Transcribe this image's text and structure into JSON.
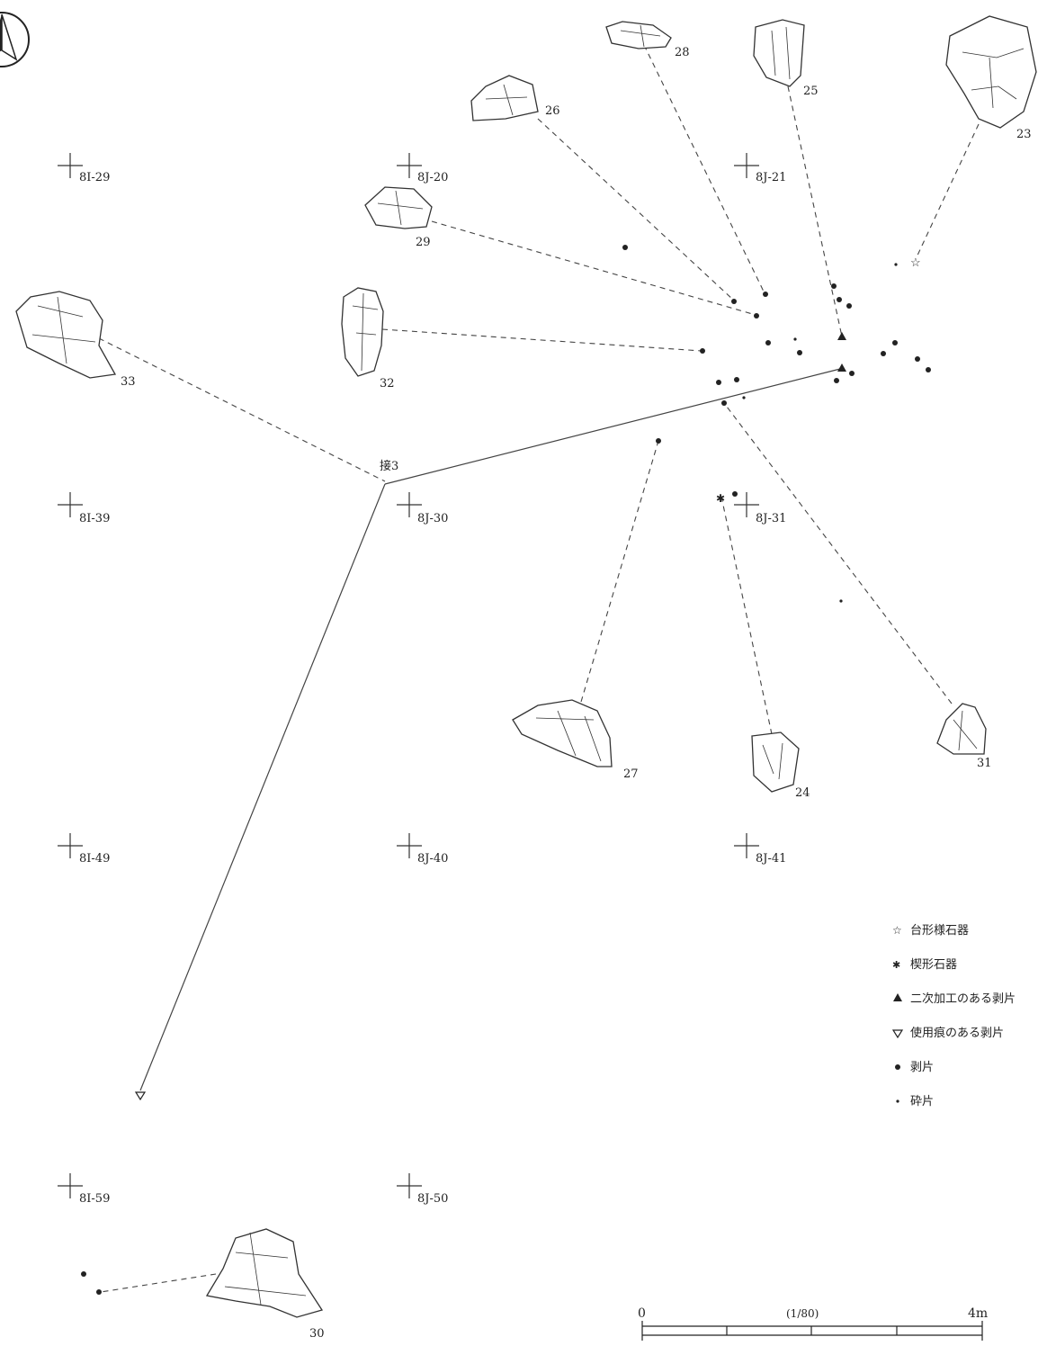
{
  "north_arrow": {
    "icon": "north-arrow-icon"
  },
  "grid_labels": [
    "8I-29",
    "8J-20",
    "8J-21",
    "8I-39",
    "8J-30",
    "8J-31",
    "8I-49",
    "8J-40",
    "8J-41",
    "8I-59",
    "8J-50"
  ],
  "artifact_numbers": [
    "23",
    "24",
    "25",
    "26",
    "27",
    "28",
    "29",
    "30",
    "31",
    "32",
    "33"
  ],
  "refit_label": "接3",
  "legend": [
    {
      "symbol": "star-icon",
      "label": "台形様石器"
    },
    {
      "symbol": "asterisk-icon",
      "label": "楔形石器"
    },
    {
      "symbol": "triangle-up-icon",
      "label": "二次加工のある剥片"
    },
    {
      "symbol": "triangle-down-icon",
      "label": "使用痕のある剥片"
    },
    {
      "symbol": "large-dot-icon",
      "label": "剥片"
    },
    {
      "symbol": "small-dot-icon",
      "label": "砕片"
    }
  ],
  "scale": {
    "start": "0",
    "ratio": "(1/80)",
    "end": "4m"
  }
}
